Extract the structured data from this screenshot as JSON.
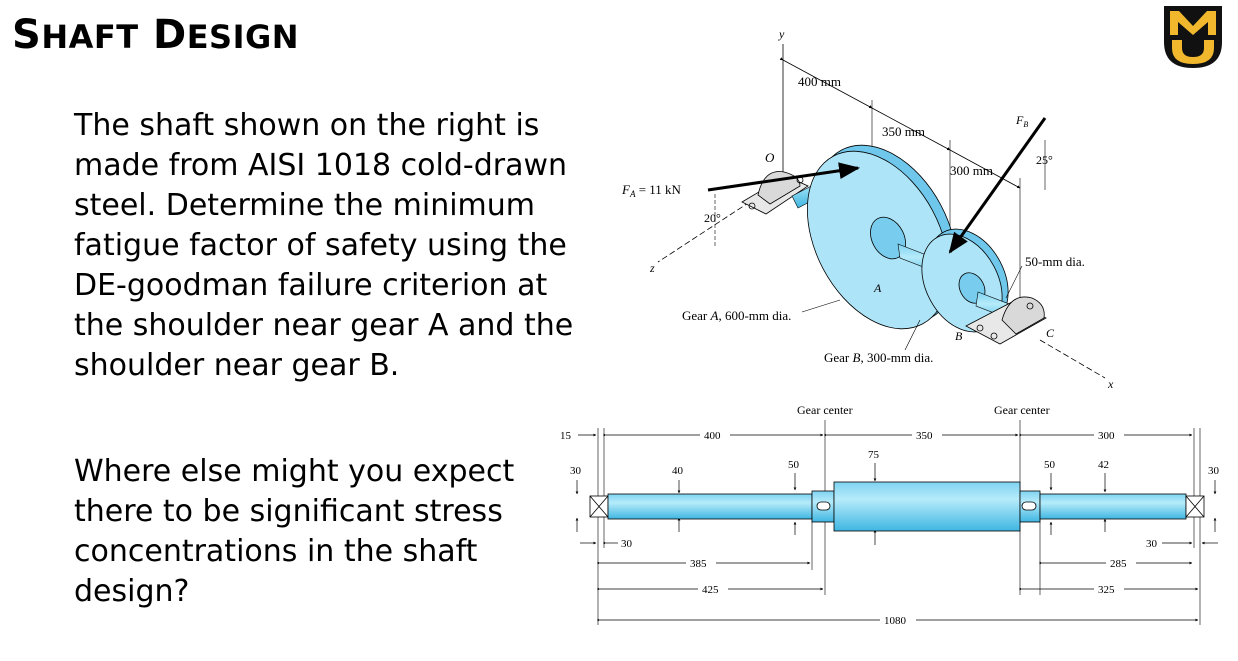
{
  "slide": {
    "title_first_letter_1": "S",
    "title_rest_1": "HAFT",
    "title_first_letter_2": "D",
    "title_rest_2": "ESIGN",
    "paragraph1": "The shaft shown on the right is made from AISI 1018 cold-drawn steel. Determine the minimum fatigue factor of safety using the DE-goodman failure criterion at the shoulder near gear A and the shoulder near gear B.",
    "paragraph2": "Where else might you expect there to be significant stress concentrations in the shaft design?",
    "logo_letters": "MU"
  },
  "isometric": {
    "y_axis": "y",
    "z_axis": "z",
    "x_axis": "x",
    "origin": "O",
    "dim_400": "400 mm",
    "dim_350": "350 mm",
    "dim_300": "300 mm",
    "fa_label": "F",
    "fa_sub": "A",
    "fa_value": " = 11 kN",
    "fb_label": "F",
    "fb_sub": "B",
    "angle_20": "20°",
    "angle_25": "25°",
    "dia_50": "50-mm dia.",
    "gear_a_letter": "A",
    "gear_b_letter": "B",
    "bearing_c": "C",
    "gear_a_prefix": "Gear ",
    "gear_a_italic": "A",
    "gear_a_suffix": ", 600-mm dia.",
    "gear_b_prefix": "Gear ",
    "gear_b_italic": "B",
    "gear_b_suffix": ", 300-mm dia.",
    "colors": {
      "shaft": "#aee0f5",
      "shaft_dark": "#6cc3e8"
    }
  },
  "dimensioned": {
    "gear_center_left": "Gear center",
    "gear_center_right": "Gear center",
    "d_15": "15",
    "d_400": "400",
    "d_350": "350",
    "d_300": "300",
    "d_30_left": "30",
    "d_40": "40",
    "d_50_left": "50",
    "d_75": "75",
    "d_50_right": "50",
    "d_42": "42",
    "d_30_right": "30",
    "d_30_bottom_left": "30",
    "d_30_bottom_right": "30",
    "d_385": "385",
    "d_425": "425",
    "d_285": "285",
    "d_325": "325",
    "d_1080": "1080",
    "colors": {
      "shaft": "#5ccbee",
      "shaft_light": "#aee6f7"
    }
  }
}
